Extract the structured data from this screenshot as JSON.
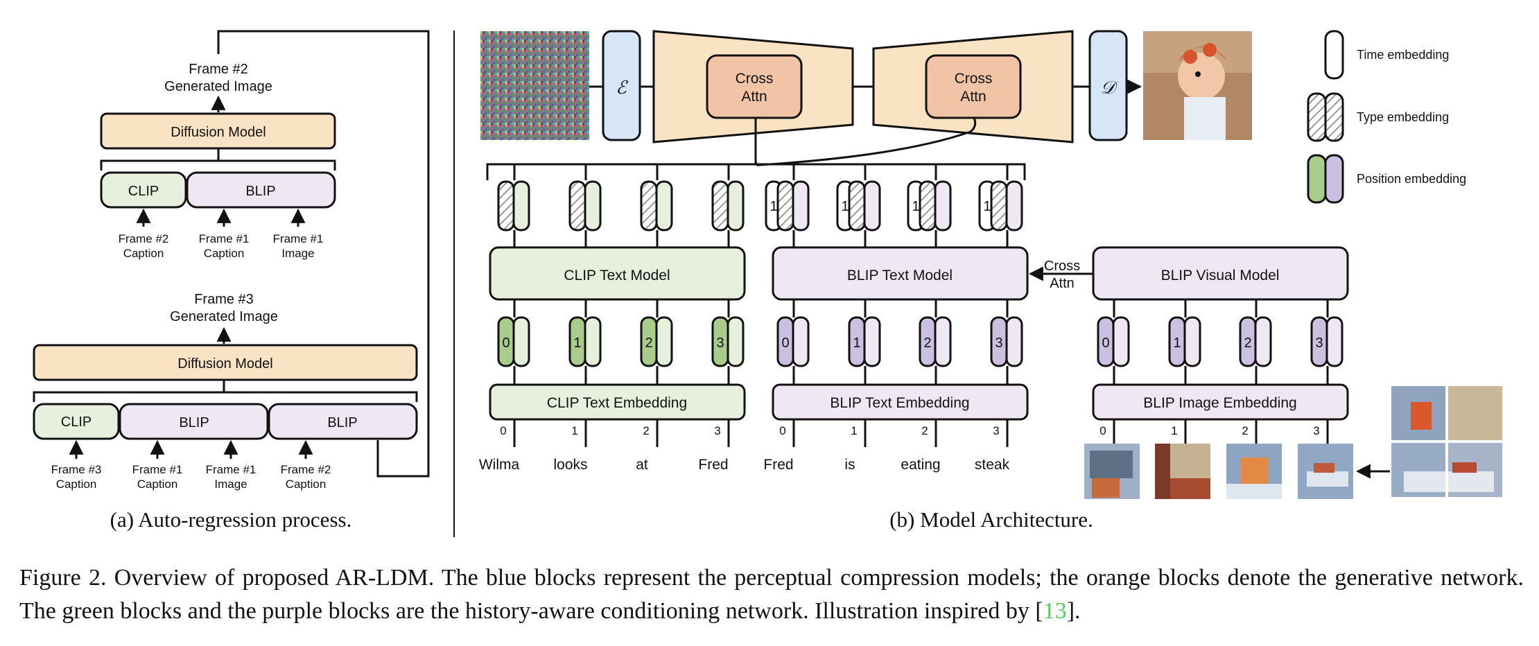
{
  "panel_a": {
    "subcaption": "(a) Auto-regression process.",
    "top": {
      "output_line1": "Frame #2",
      "output_line2": "Generated Image",
      "diffusion_label": "Diffusion Model",
      "clip_label": "CLIP",
      "blip_label": "BLIP",
      "inputs": [
        {
          "line1": "Frame #2",
          "line2": "Caption"
        },
        {
          "line1": "Frame #1",
          "line2": "Caption"
        },
        {
          "line1": "Frame #1",
          "line2": "Image"
        }
      ]
    },
    "bottom": {
      "output_line1": "Frame #3",
      "output_line2": "Generated Image",
      "diffusion_label": "Diffusion Model",
      "clip_label": "CLIP",
      "blip1_label": "BLIP",
      "blip2_label": "BLIP",
      "inputs": [
        {
          "line1": "Frame #3",
          "line2": "Caption"
        },
        {
          "line1": "Frame #1",
          "line2": "Caption"
        },
        {
          "line1": "Frame #1",
          "line2": "Image"
        },
        {
          "line1": "Frame #2",
          "line2": "Caption"
        }
      ]
    }
  },
  "panel_b": {
    "subcaption": "(b) Model Architecture.",
    "encoder_symbol": "ℰ",
    "decoder_symbol": "𝒟",
    "cross_attn_line1": "Cross",
    "cross_attn_line2": "Attn",
    "legend": {
      "time": "Time embedding",
      "type": "Type embedding",
      "position": "Position embedding"
    },
    "clip_text_model": "CLIP Text Model",
    "blip_text_model": "BLIP Text Model",
    "blip_visual_model": "BLIP Visual Model",
    "cross_attn_arrow_line1": "Cross",
    "cross_attn_arrow_line2": "Attn",
    "clip_text_embedding": "CLIP Text Embedding",
    "blip_text_embedding": "BLIP Text Embedding",
    "blip_image_embedding": "BLIP Image Embedding",
    "position_indices": [
      "0",
      "1",
      "2",
      "3"
    ],
    "time_marks": [
      "1",
      "1",
      "1",
      "1"
    ],
    "clip_words": [
      "Wilma",
      "looks",
      "at",
      "Fred"
    ],
    "blip_words": [
      "Fred",
      "is",
      "eating",
      "steak"
    ],
    "colors": {
      "orange": "#fae3c3",
      "orange_inner": "#f2c4a6",
      "blue": "#d6e6f7",
      "green": "#e6f0dd",
      "green_dark": "#a9cc8d",
      "purple": "#efe8f2",
      "purple_dark": "#cbc0df"
    }
  },
  "figure_caption": {
    "text": "Figure 2.  Overview of proposed AR-LDM. The blue blocks represent the perceptual compression models; the orange blocks denote the generative network. The green blocks and the purple blocks are the history-aware conditioning network. Illustration inspired by [",
    "cite": "13",
    "end": "]."
  }
}
